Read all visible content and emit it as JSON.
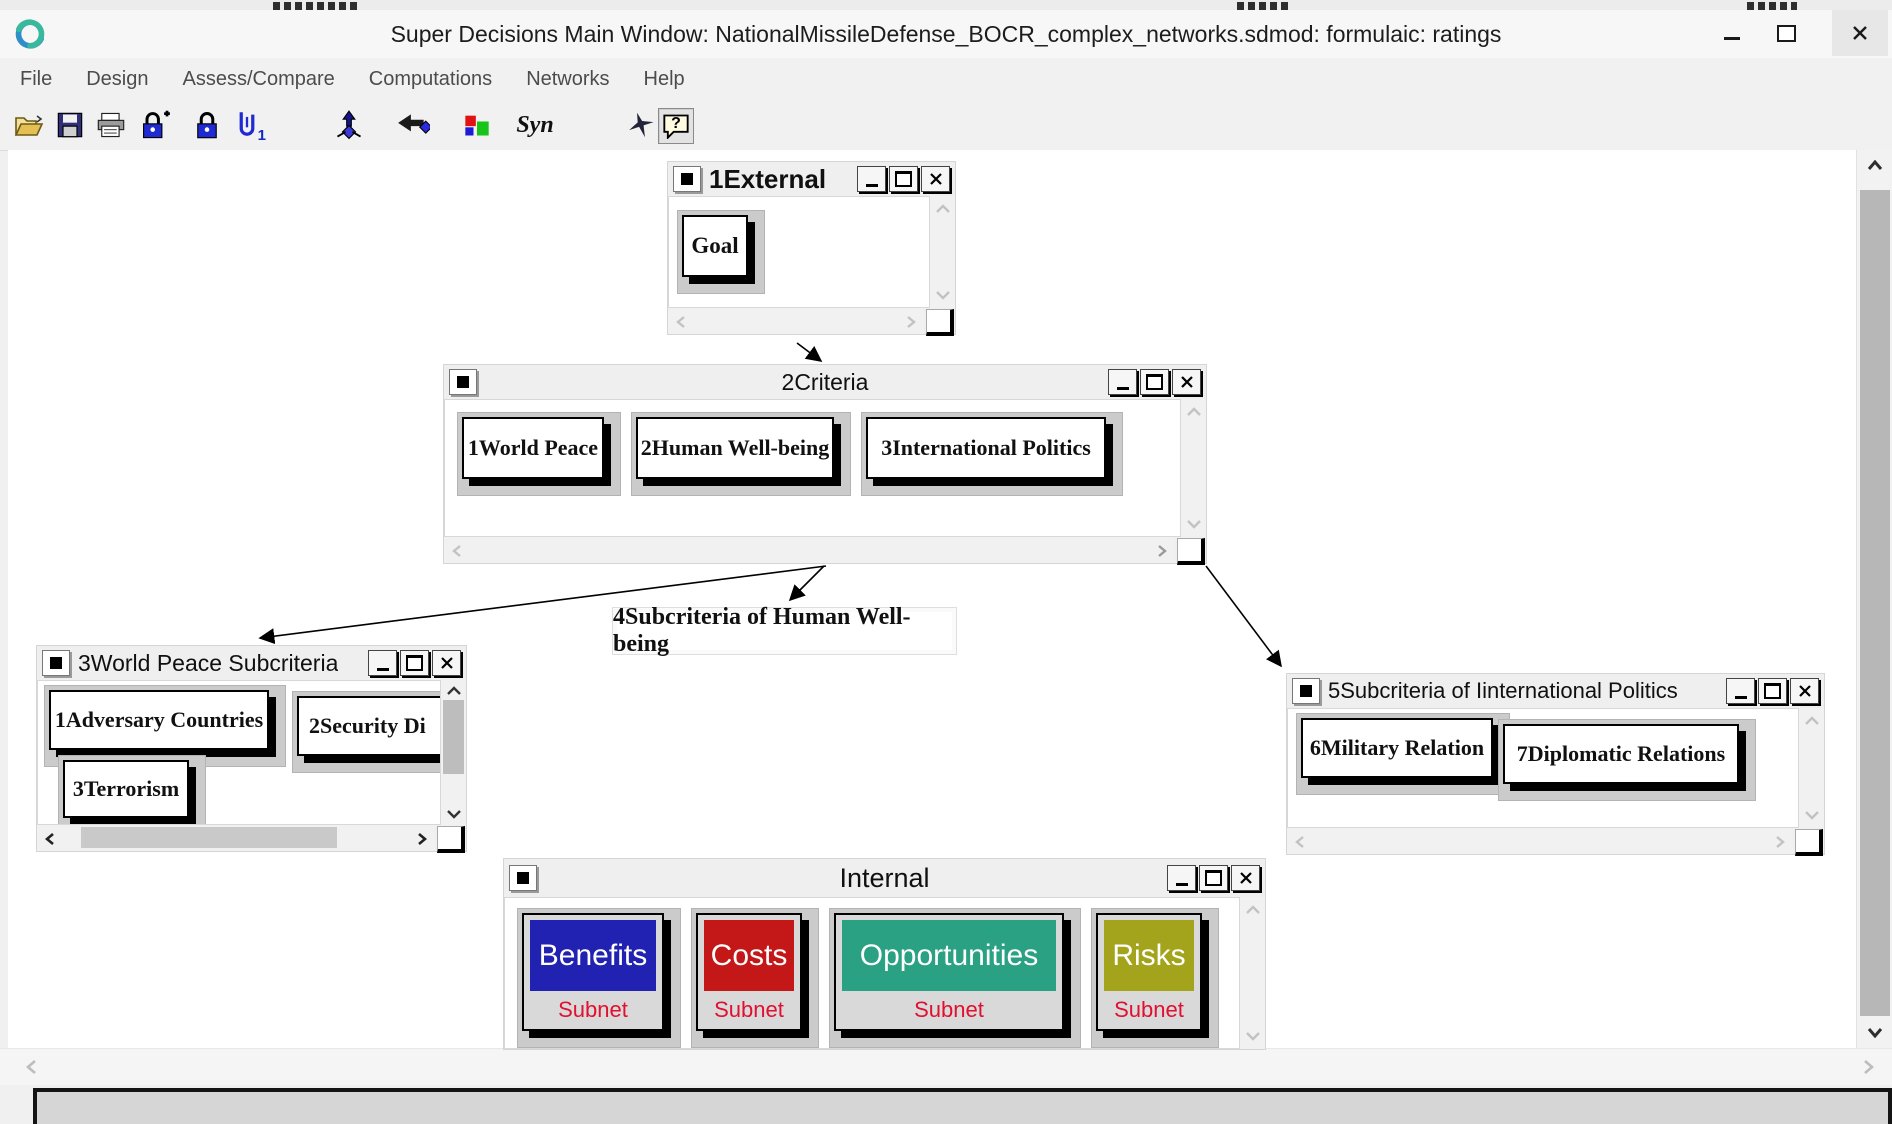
{
  "title_bar": {
    "title": "Super Decisions Main Window: NationalMissileDefense_BOCR_complex_networks.sdmod: formulaic: ratings"
  },
  "menu_bar": {
    "items": [
      "File",
      "Design",
      "Assess/Compare",
      "Computations",
      "Networks",
      "Help"
    ]
  },
  "toolbar": {
    "icons": [
      "open-folder",
      "save",
      "print",
      "lock-plus",
      "lock",
      "clip-one",
      "node-up-arrow",
      "bent-arrow",
      "priorities-chart",
      "syn",
      "plane",
      "help-bubble"
    ],
    "syn_label": "Syn",
    "clip_badge": "1",
    "help_glyph": "?"
  },
  "canvas": {
    "clusters": {
      "external": {
        "title": "1External",
        "nodes": {
          "goal": "Goal"
        }
      },
      "criteria": {
        "title": "2Criteria",
        "nodes": {
          "n1": "1World Peace",
          "n2": "2Human Well-being",
          "n3": "3International Politics"
        }
      },
      "world_peace": {
        "title": "3World Peace Subcriteria",
        "nodes": {
          "n1": "1Adversary Countries",
          "n2": "2Security Di",
          "n3": "3Terrorism"
        }
      },
      "human_wellbeing_label": "4Subcriteria of Human Well-being",
      "intl_politics": {
        "title": "5Subcriteria of Iinternational Politics",
        "nodes": {
          "n6": "6Military Relation",
          "n7": "7Diplomatic Relations"
        }
      },
      "internal": {
        "title": "Internal",
        "nodes": {
          "benefits": {
            "label": "Benefits",
            "sub": "Subnet",
            "color": "#2222b2"
          },
          "costs": {
            "label": "Costs",
            "sub": "Subnet",
            "color": "#c41818"
          },
          "opportunities": {
            "label": "Opportunities",
            "sub": "Subnet",
            "color": "#2aa183"
          },
          "risks": {
            "label": "Risks",
            "sub": "Subnet",
            "color": "#a3a31c"
          }
        }
      }
    }
  },
  "colors": {
    "subnet_text": "#e01030",
    "node_shadow": "#000000",
    "chrome": "#f1f1f1"
  }
}
